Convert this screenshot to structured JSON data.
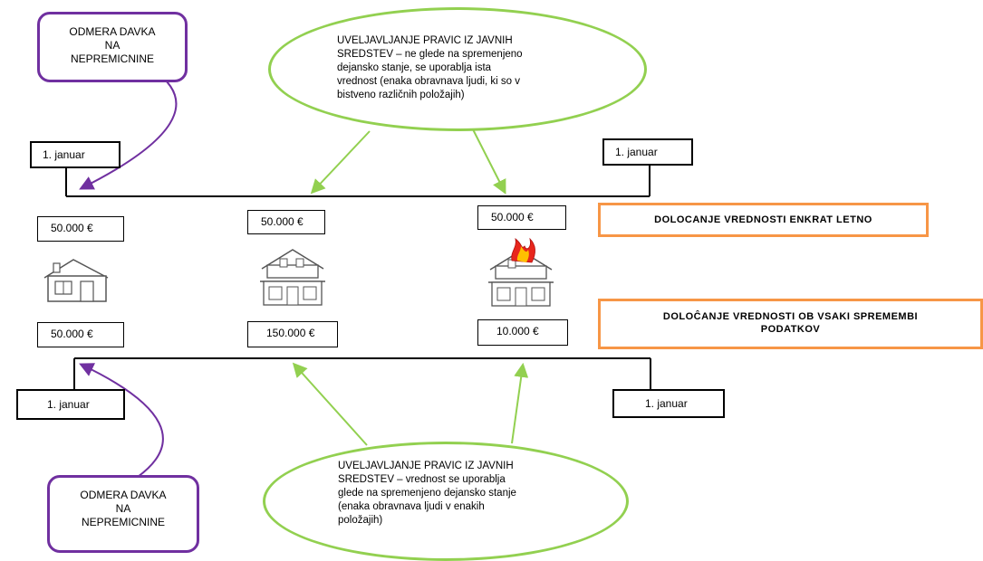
{
  "colors": {
    "purple": "#7030a0",
    "green": "#92d050",
    "orange": "#f79646",
    "black": "#000000"
  },
  "top": {
    "tax_box": "ODMERA DAVKA\nNA\nNEPREMICNINE",
    "ellipse_text": "UVELJAVLJANJE PRAVIC IZ JAVNIH\nSREDSTEV – ne glede na spremenjeno\ndejansko stanje, se uporablja ista\nvrednost (enaka obravnava ljudi, ki so v\nbistveno različnih položajih)",
    "date_left": "1. januar",
    "date_right": "1. januar",
    "values": [
      "50.000 €",
      "50.000 €",
      "50.000 €"
    ],
    "method": "DOLOCANJE VREDNOSTI ENKRAT LETNO"
  },
  "houses": [
    "small-house-icon",
    "two-storey-house-icon",
    "burning-house-icon"
  ],
  "bottom": {
    "values": [
      "50.000 €",
      "150.000  €",
      "10.000  €"
    ],
    "method": "DOLOĈANJE VREDNOSTI OB VSAKI SPREMEMBI\nPODATKOV",
    "date_left": "1. januar",
    "date_right": "1. januar",
    "ellipse_text": "UVELJAVLJANJE PRAVIC IZ JAVNIH\nSREDSTEV – vrednost se uporablja\nglede na spremenjeno dejansko stanje\n(enaka obravnava ljudi v enakih\npoložajih)",
    "tax_box": "ODMERA DAVKA\nNA\nNEPREMICNINE"
  }
}
